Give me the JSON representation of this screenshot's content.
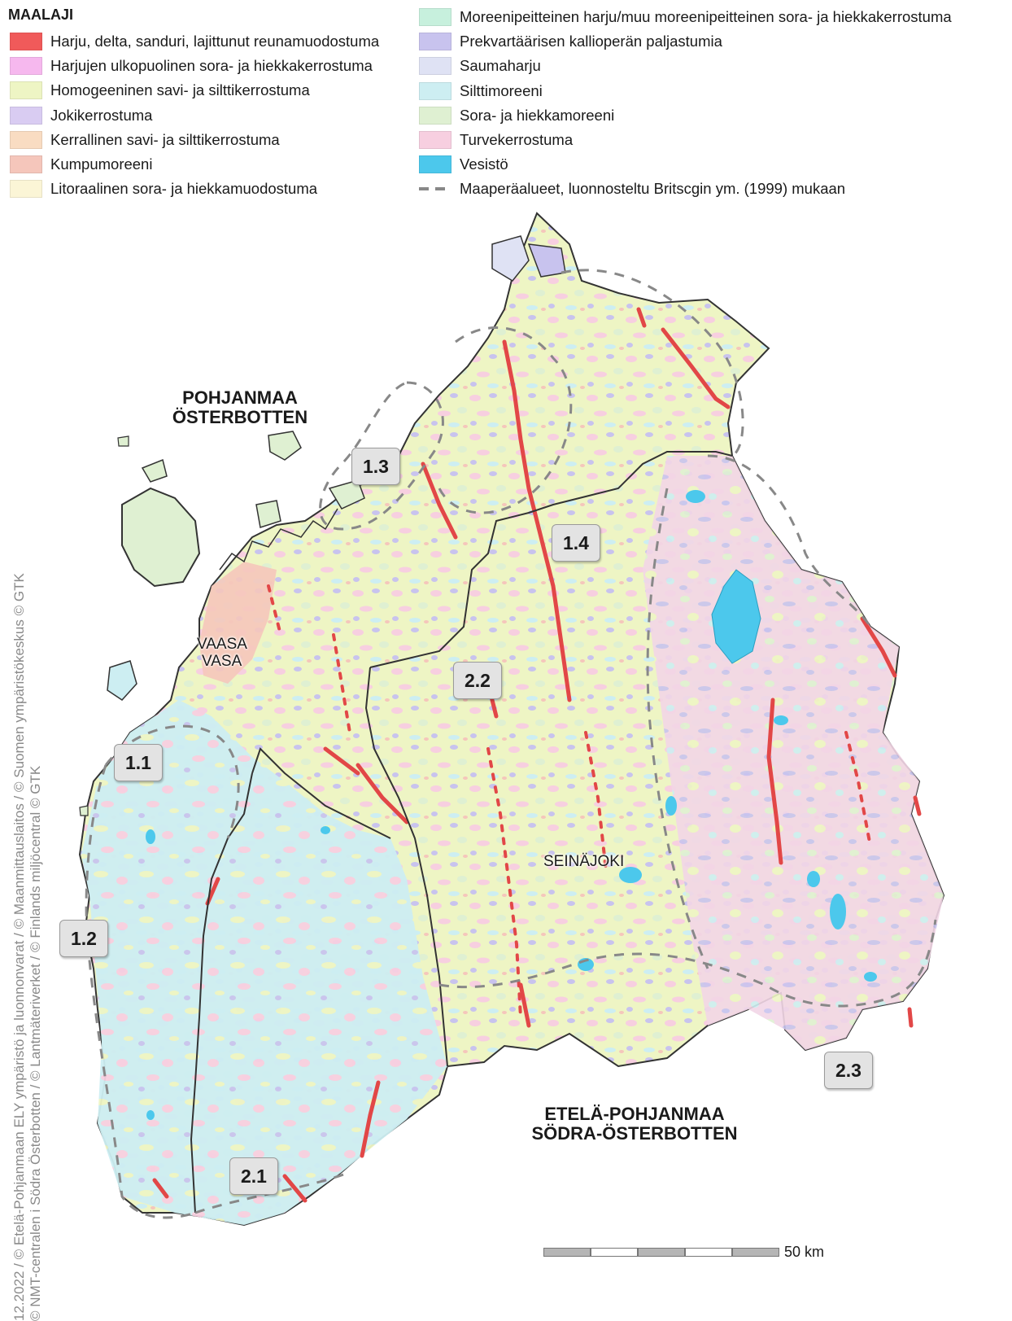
{
  "legend": {
    "title": "MAALAJI",
    "items_left": [
      {
        "label": "Harju, delta, sanduri, lajittunut reunamuodostuma",
        "color": "#f05a5a"
      },
      {
        "label": "Harjujen ulkopuolinen sora- ja hiekkakerrostuma",
        "color": "#f6b8ee"
      },
      {
        "label": "Homogeeninen savi- ja silttikerrostuma",
        "color": "#eef5c4"
      },
      {
        "label": "Jokikerrostuma",
        "color": "#d9ccf2"
      },
      {
        "label": "Kerrallinen savi- ja silttikerrostuma",
        "color": "#f9dcc2"
      },
      {
        "label": "Kumpumoreeni",
        "color": "#f5c6bb"
      },
      {
        "label": "Litoraalinen sora- ja hiekkamuodostuma",
        "color": "#fbf5d6"
      }
    ],
    "items_right": [
      {
        "label": "Moreenipeitteinen harju/muu moreenipeitteinen sora- ja hiekkakerrostuma",
        "color": "#c7f0dd"
      },
      {
        "label": "Prekvartäärisen kallioperän paljastumia",
        "color": "#c8c3ee"
      },
      {
        "label": "Saumaharju",
        "color": "#dfe2f4"
      },
      {
        "label": "Silttimoreeni",
        "color": "#cdeef2"
      },
      {
        "label": "Sora- ja hiekkamoreeni",
        "color": "#dff0d2"
      },
      {
        "label": "Turvekerrostuma",
        "color": "#f7cfe0"
      },
      {
        "label": "Vesistö",
        "color": "#4cc8ec"
      },
      {
        "label": "Maaperäalueet, luonnosteltu Britscgin ym. (1999) mukaan",
        "color": "#888888",
        "dashed": true
      }
    ]
  },
  "map": {
    "regions": {
      "north": [
        "POHJANMAA",
        "ÖSTERBOTTEN"
      ],
      "south": [
        "ETELÄ-POHJANMAA",
        "SÖDRA-ÖSTERBOTTEN"
      ]
    },
    "cities": {
      "vaasa": "VAASA",
      "vasa": "VASA",
      "seinajoki": "SEINÄJOKI"
    },
    "zones": [
      "1.1",
      "1.2",
      "1.3",
      "1.4",
      "2.1",
      "2.2",
      "2.3"
    ]
  },
  "scalebar": {
    "label": "50 km"
  },
  "credits": {
    "line1": "12.2022 / © Etelä-Pohjanmaan ELY ympäristö ja luonnonvarat / © Maanmittauslaitos / © Suomen ympäristökeskus © GTK",
    "line2": "© NMT-centralen i Södra Österbotten / © Lantmäteriverket / © Finlands miljöcentral © GTK"
  }
}
